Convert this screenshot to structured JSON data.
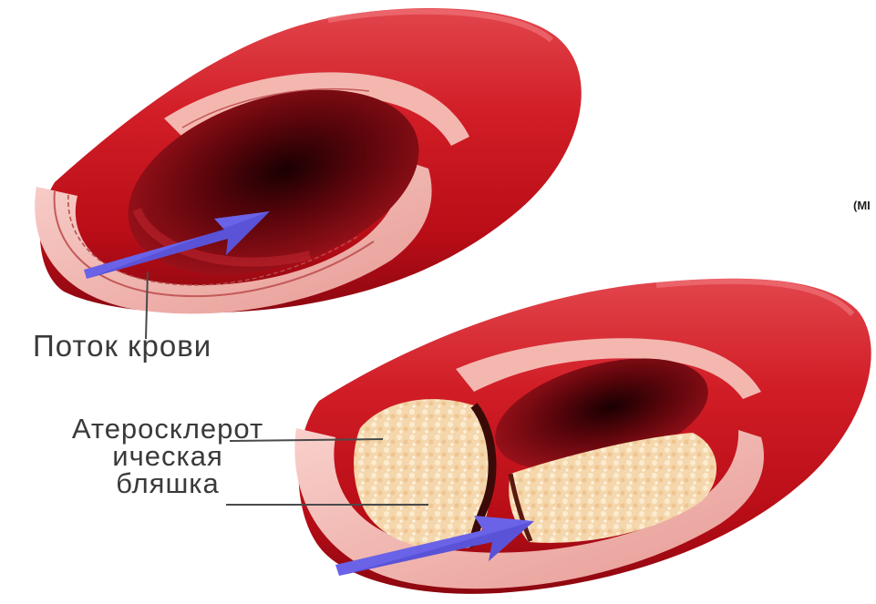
{
  "labels": {
    "blood_flow": "Поток крови",
    "plaque": {
      "line1": "Атеросклерот",
      "line2": "ическая",
      "line3": "бляшка"
    },
    "edge_fragment": "(MI"
  },
  "colors": {
    "vessel_outer": "#c8101a",
    "vessel_highlight": "#f07070",
    "vessel_dark": "#7a0008",
    "wall_pink": "#f4b6b0",
    "lumen": "#8e0b14",
    "plaque": "#f6dcb6",
    "arrow": "#6a63e8",
    "label_text": "#3a3a3a"
  },
  "icons": [
    "healthy-artery-illustration",
    "blood-flow-arrow-icon",
    "plaque-artery-illustration",
    "plaque-flow-arrow-icon"
  ]
}
